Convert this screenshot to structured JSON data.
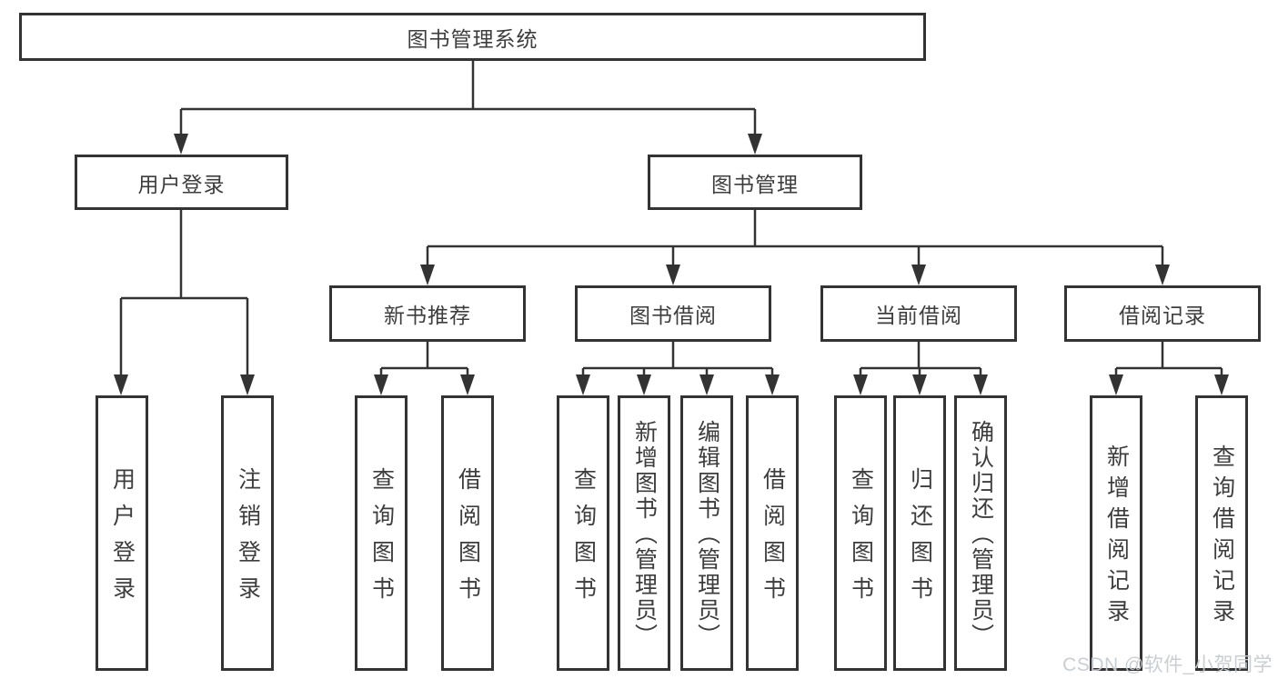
{
  "nodes": {
    "root": "图书管理系统",
    "user_login": "用户登录",
    "book_management": "图书管理",
    "new_book_recommend": "新书推荐",
    "book_borrow": "图书借阅",
    "current_borrow": "当前借阅",
    "borrow_record": "借阅记录"
  },
  "leaves": {
    "login": "用户登录",
    "logout": "注销登录",
    "recommend_query_book": "查询图书",
    "recommend_borrow_book": "借阅图书",
    "borrow_query_book": "查询图书",
    "borrow_add_book": "新增图书（管理员）",
    "borrow_edit_book": "编辑图书（管理员）",
    "borrow_borrow_book": "借阅图书",
    "current_query_book": "查询图书",
    "current_return_book": "归还图书",
    "current_confirm_return": "确认归还（管理员）",
    "record_add": "新增借阅记录",
    "record_query": "查询借阅记录"
  },
  "watermark": "CSDN @软件_小贺同学",
  "colors": {
    "line": "#333333",
    "text": "#3d3d3d",
    "watermark": "#c6cbd0",
    "background": "#ffffff"
  }
}
